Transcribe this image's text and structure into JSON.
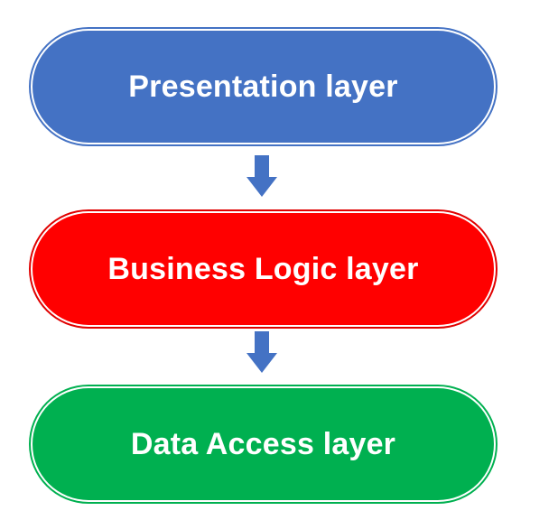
{
  "diagram": {
    "layers": [
      {
        "label": "Presentation layer",
        "fill": "#4472C4",
        "outline": "#4472C4"
      },
      {
        "label": "Business Logic layer",
        "fill": "#FF0000",
        "outline": "#E00000"
      },
      {
        "label": "Data Access layer",
        "fill": "#00B050",
        "outline": "#00B050"
      }
    ],
    "arrow_color": "#4472C4",
    "arrow_icon": "down-arrow-icon"
  }
}
